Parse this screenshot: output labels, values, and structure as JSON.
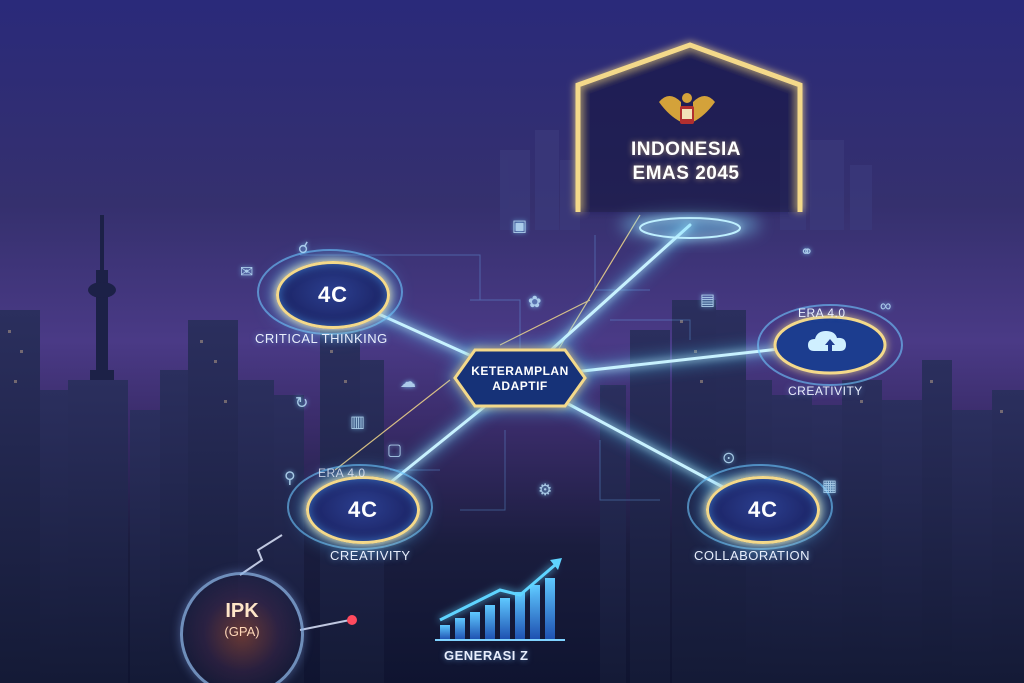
{
  "emblem_title": [
    "INDONESIA",
    "EMAS 2045"
  ],
  "hub": {
    "line1": "KETERAMPLAN",
    "line2": "ADAPTIF"
  },
  "nodes": [
    {
      "id": "critical-thinking",
      "badge": "4C",
      "label": "CRITICAL THINKING"
    },
    {
      "id": "creativity-left",
      "badge": "4C",
      "label": "CREATIVITY"
    },
    {
      "id": "collaboration",
      "badge": "4C",
      "label": "COLLABORATION"
    }
  ],
  "cloud_node": {
    "label": "CREATIVITY",
    "tag": "ERA 4.0"
  },
  "era_tag_left": "ERA 4.0",
  "ipk": {
    "main": "IPK",
    "sub": "(GPA)"
  },
  "generasi": "GENERASI Z",
  "colors": {
    "glow_blue": "#4fd0ff",
    "gold": "#f4d98a",
    "warm_orange": "#ff8a3c"
  }
}
